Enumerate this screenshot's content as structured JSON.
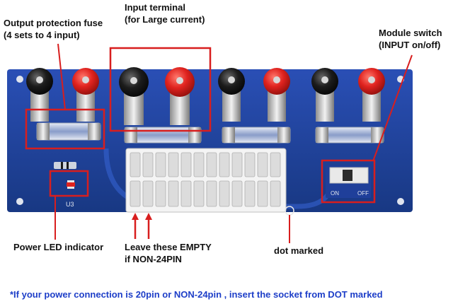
{
  "labels": {
    "fuse_line1": "Output protection fuse",
    "fuse_line2": "(4 sets to 4 input)",
    "input_line1": "Input terminal",
    "input_line2": "(for Large current)",
    "switch_line1": "Module switch",
    "switch_line2": "(INPUT on/off)",
    "led": "Power LED indicator",
    "empty_line1": "Leave these EMPTY",
    "empty_line2": "if NON-24PIN",
    "dot": "dot marked"
  },
  "silkscreen": {
    "u3": "U3",
    "switch_on": "ON",
    "switch_off": "OFF"
  },
  "footnote": "*If your power connection is 20pin or NON-24pin , insert the socket from DOT marked",
  "colors": {
    "pcb": "#1f3f9a",
    "highlight_box": "#d81e1e",
    "arrow": "#d81e1e",
    "footnote": "#1d3ec8",
    "terminal_red": "#e0231f",
    "terminal_black": "#1a1a1a"
  }
}
